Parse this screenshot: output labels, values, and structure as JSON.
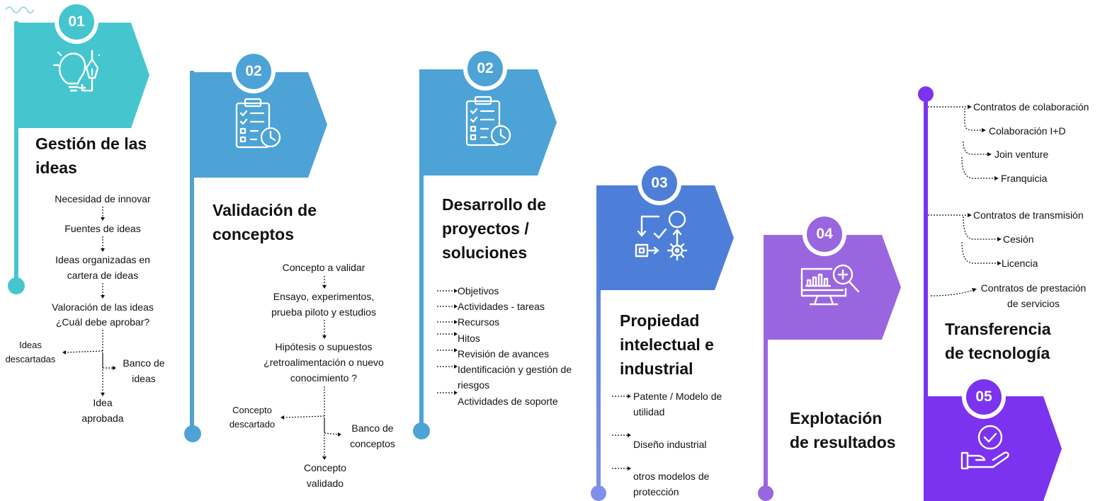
{
  "colors": {
    "teal": "#45C6CF",
    "blue1": "#4DA3D6",
    "blue2": "#4D7FD8",
    "purple1": "#9966E0",
    "purple2": "#7B33F0"
  },
  "stage1": {
    "badge": "01",
    "icon": "lightbulb-pen-icon",
    "title_line1": "Gestión de las",
    "title_line2": "ideas",
    "flow": [
      "Necesidad de innovar",
      "Fuentes de ideas",
      "Ideas organizadas en",
      "cartera de ideas",
      "Valoración de las ideas",
      "¿Cuál debe aprobar?"
    ],
    "discarded": [
      "Ideas",
      "descartadas"
    ],
    "bank": [
      "Banco de",
      "ideas"
    ],
    "approved": [
      "Idea",
      "aprobada"
    ]
  },
  "stage2": {
    "badge": "02",
    "icon": "checklist-clock-icon",
    "title_line1": "Validación de",
    "title_line2": "conceptos",
    "flow": [
      "Concepto a validar",
      "Ensayo, experimentos,",
      "prueba piloto y estudios",
      "Hipótesis o supuestos",
      "¿retroalimentación o nuevo",
      "conocimiento ?"
    ],
    "discarded": [
      "Concepto",
      "descartado"
    ],
    "bank": [
      "Banco de",
      "conceptos"
    ],
    "approved": [
      "Concepto",
      "validado"
    ]
  },
  "stage3": {
    "badge": "02",
    "icon": "checklist-clock-icon",
    "title_line1": "Desarrollo de",
    "title_line2": "proyectos /",
    "title_line3": "soluciones",
    "items": [
      "Objetivos",
      "Actividades - tareas",
      "Recursos",
      "Hitos",
      "Revisión de avances",
      "Identificación y gestión de",
      "riesgos",
      "Actividades de soporte"
    ]
  },
  "stage4": {
    "badge": "03",
    "icon": "process-gear-icon",
    "title_line1": "Propiedad",
    "title_line2": "intelectual e",
    "title_line3": "industrial",
    "items": [
      "Patente / Modelo de",
      "utilidad",
      "Diseño industrial",
      "otros modelos de",
      "protección"
    ]
  },
  "stage5": {
    "badge": "04",
    "icon": "monitor-analytics-icon",
    "title_line1": "Explotación",
    "title_line2": "de resultados"
  },
  "stage6": {
    "badge": "05",
    "icon": "hand-check-icon",
    "title_line1": "Transferencia",
    "title_line2": "de tecnología",
    "tree": {
      "collab": "Contratos de colaboración",
      "collab_children": [
        "Colaboración I+D",
        "Join venture",
        "Franquicia"
      ],
      "trans": "Contratos de transmisión",
      "trans_children": [
        "Cesión",
        "Licencia"
      ],
      "services_line1": "Contratos de prestación",
      "services_line2": "de servicios"
    }
  }
}
